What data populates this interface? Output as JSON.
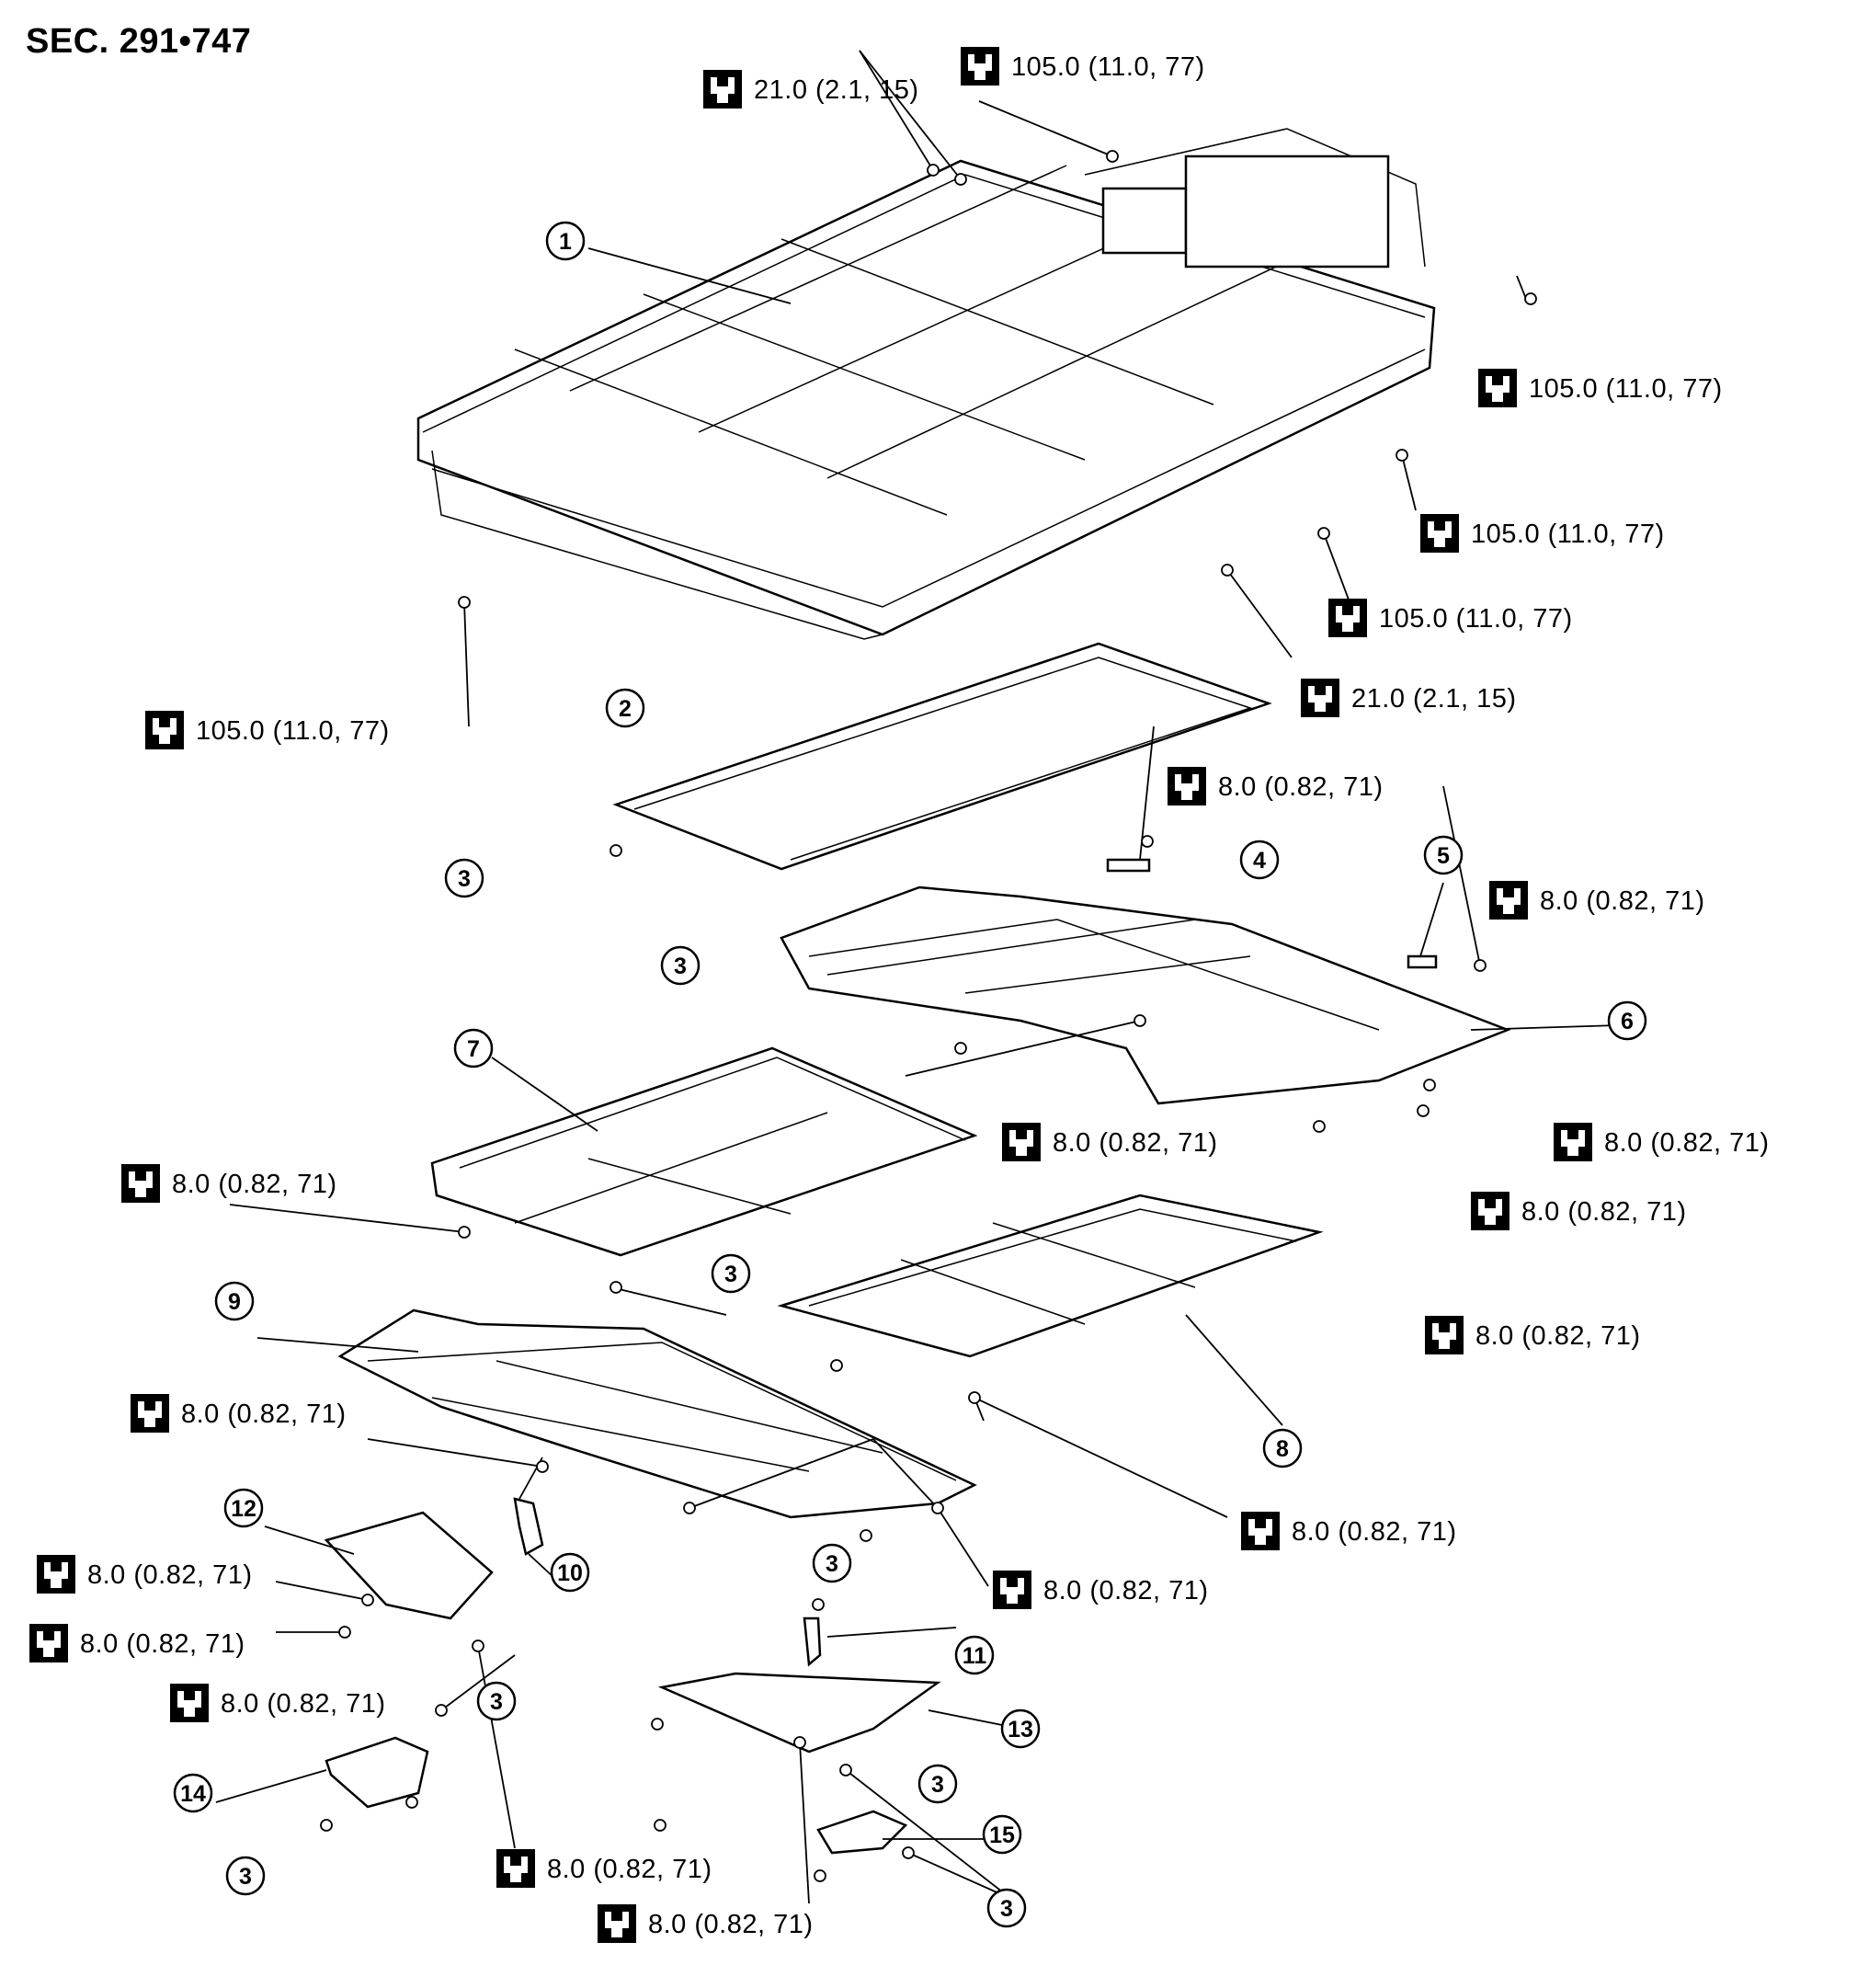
{
  "section": "SEC. 291•747",
  "torque_icon": "torque-wrench-icon",
  "parts": [
    {
      "id": 1,
      "label": "1"
    },
    {
      "id": 2,
      "label": "2"
    },
    {
      "id": 3,
      "label": "3"
    },
    {
      "id": 4,
      "label": "4"
    },
    {
      "id": 5,
      "label": "5"
    },
    {
      "id": 6,
      "label": "6"
    },
    {
      "id": 7,
      "label": "7"
    },
    {
      "id": 8,
      "label": "8"
    },
    {
      "id": 9,
      "label": "9"
    },
    {
      "id": 10,
      "label": "10"
    },
    {
      "id": 11,
      "label": "11"
    },
    {
      "id": 12,
      "label": "12"
    },
    {
      "id": 13,
      "label": "13"
    },
    {
      "id": 14,
      "label": "14"
    },
    {
      "id": 15,
      "label": "15"
    }
  ],
  "torque_specs": {
    "t21": "21.0 (2.1, 15)",
    "t105": "105.0 (11.0, 77)",
    "t8": "8.0 (0.82, 71)"
  },
  "colors": {
    "line": "#000000",
    "background": "#ffffff"
  }
}
